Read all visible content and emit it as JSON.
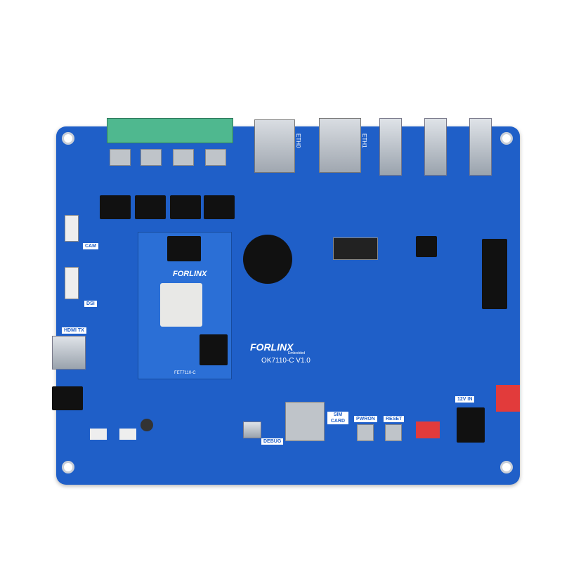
{
  "board": {
    "brand": "FORLINX",
    "brand_sub": "Embedded",
    "model": "OK7110-C V1.0",
    "som_model": "FET7110-C",
    "labels": {
      "cam": "CAM",
      "dsi": "DSI",
      "hdmi": "HDMI TX",
      "debug": "DEBUG",
      "sim": "SIM CARD",
      "pwron": "PWRON",
      "reset": "RESET",
      "power": "12V IN",
      "eth0": "ETH0",
      "eth1": "ETH1"
    },
    "colors": {
      "pcb": "#1f5fc8",
      "terminal": "#4fb88f",
      "dip_switch": "#e23b3b",
      "background": "#ffffff"
    }
  }
}
